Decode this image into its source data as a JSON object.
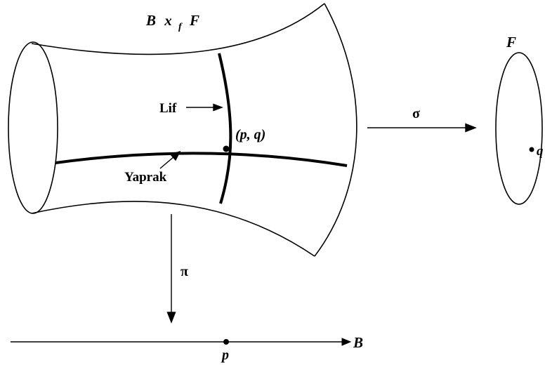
{
  "labels": {
    "product_base": "B",
    "product_times": "x",
    "product_sub": "f",
    "product_fiber": "F",
    "fiber_label": "Lif",
    "point_label": "(p, q)",
    "leaf_label": "Yaprak",
    "sigma": "σ",
    "pi": "π",
    "fiber_space": "F",
    "fiber_point": "q",
    "base_space": "B",
    "base_point": "p"
  },
  "colors": {
    "stroke": "#000000",
    "background": "#ffffff"
  }
}
